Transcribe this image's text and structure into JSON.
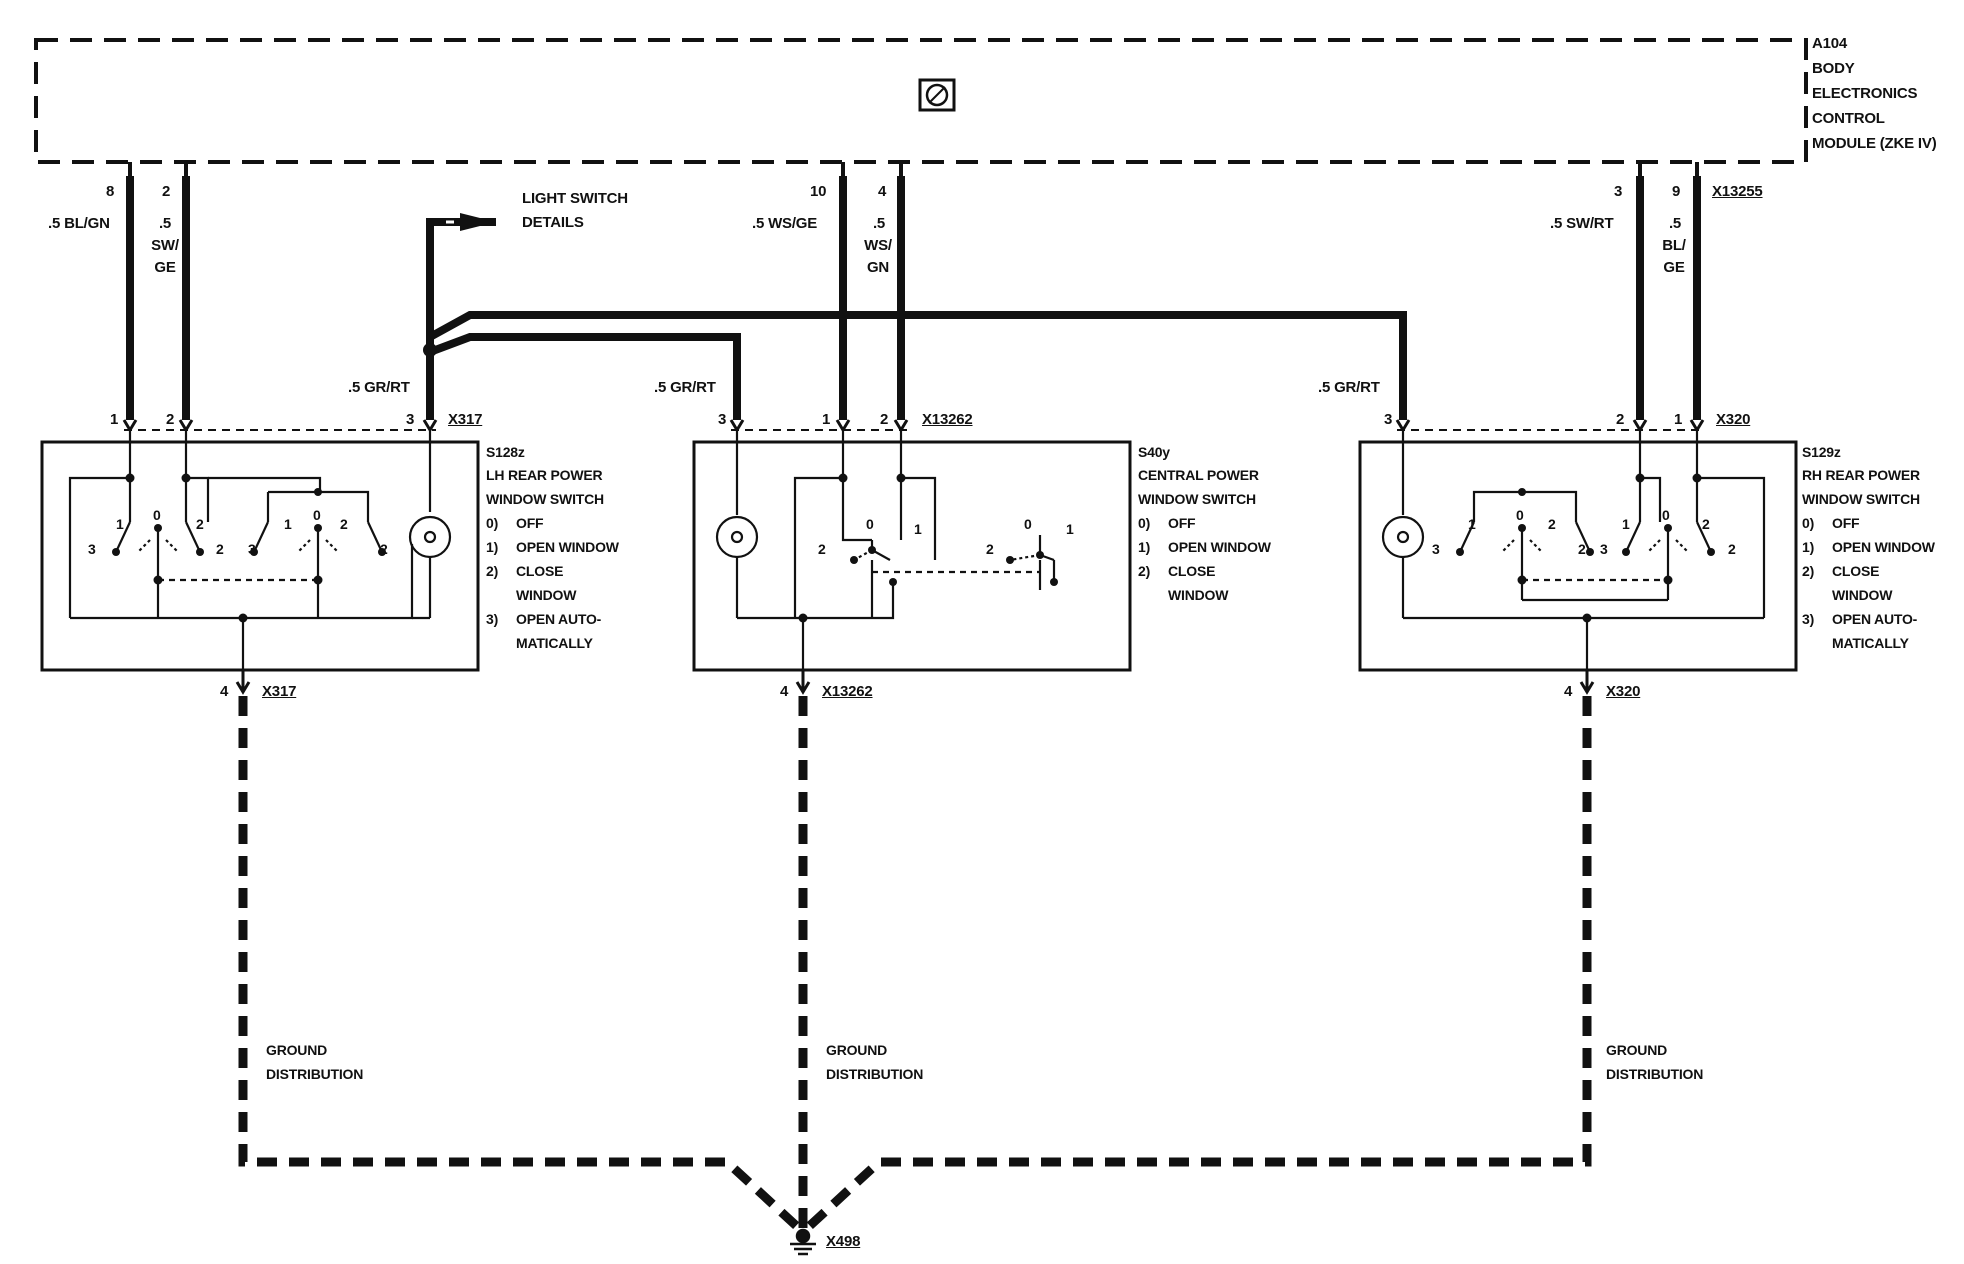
{
  "module": {
    "id": "A104",
    "name_lines": [
      "BODY",
      "ELECTRONICS",
      "CONTROL",
      "MODULE (ZKE IV)"
    ]
  },
  "light_switch_note": [
    "LIGHT SWITCH",
    "DETAILS"
  ],
  "connector_top_right": "X13255",
  "wires": {
    "w8": {
      "pin": "8",
      "label": ".5 BL/GN"
    },
    "w2l": {
      "pin": "2",
      "label": [
        ".5",
        "SW/",
        "GE"
      ]
    },
    "w10": {
      "pin": "10",
      "label": ".5 WS/GE"
    },
    "w4": {
      "pin": "4",
      "label": [
        ".5",
        "WS/",
        "GN"
      ]
    },
    "w3r": {
      "pin": "3",
      "label": ".5 SW/RT"
    },
    "w9": {
      "pin": "9",
      "label": [
        ".5",
        "BL/",
        "GE"
      ]
    },
    "grrt_left": ".5 GR/RT",
    "grrt_mid": ".5 GR/RT",
    "grrt_right": ".5 GR/RT"
  },
  "switches": {
    "left": {
      "id": "S128z",
      "name_lines": [
        "LH REAR POWER",
        "WINDOW SWITCH"
      ],
      "connector": "X317",
      "top_pins": [
        "1",
        "2",
        "3"
      ],
      "ground_pin": "4",
      "legend": [
        {
          "num": "0)",
          "text": "OFF"
        },
        {
          "num": "1)",
          "text": "OPEN WINDOW"
        },
        {
          "num": "2)",
          "text": "CLOSE"
        },
        {
          "num": "",
          "text": "WINDOW"
        },
        {
          "num": "3)",
          "text": "OPEN AUTO-"
        },
        {
          "num": "",
          "text": "MATICALLY"
        }
      ],
      "contact_labels": [
        "3",
        "1",
        "0",
        "2",
        "2",
        "3",
        "1",
        "0",
        "2",
        "2"
      ]
    },
    "center": {
      "id": "S40y",
      "name_lines": [
        "CENTRAL POWER",
        "WINDOW SWITCH"
      ],
      "connector": "X13262",
      "top_pins": [
        "3",
        "1",
        "2"
      ],
      "ground_pin": "4",
      "legend": [
        {
          "num": "0)",
          "text": "OFF"
        },
        {
          "num": "1)",
          "text": "OPEN WINDOW"
        },
        {
          "num": "2)",
          "text": "CLOSE"
        },
        {
          "num": "",
          "text": "WINDOW"
        }
      ],
      "contact_labels": [
        "2",
        "0",
        "1",
        "2",
        "0",
        "1"
      ]
    },
    "right": {
      "id": "S129z",
      "name_lines": [
        "RH REAR POWER",
        "WINDOW SWITCH"
      ],
      "connector": "X320",
      "top_pins": [
        "3",
        "2",
        "1"
      ],
      "ground_pin": "4",
      "legend": [
        {
          "num": "0)",
          "text": "OFF"
        },
        {
          "num": "1)",
          "text": "OPEN WINDOW"
        },
        {
          "num": "2)",
          "text": "CLOSE"
        },
        {
          "num": "",
          "text": "WINDOW"
        },
        {
          "num": "3)",
          "text": "OPEN AUTO-"
        },
        {
          "num": "",
          "text": "MATICALLY"
        }
      ],
      "contact_labels": [
        "3",
        "1",
        "0",
        "2",
        "2",
        "3",
        "1",
        "0",
        "2",
        "2"
      ]
    }
  },
  "ground": {
    "label_lines": [
      "GROUND",
      "DISTRIBUTION"
    ],
    "point": "X498"
  }
}
